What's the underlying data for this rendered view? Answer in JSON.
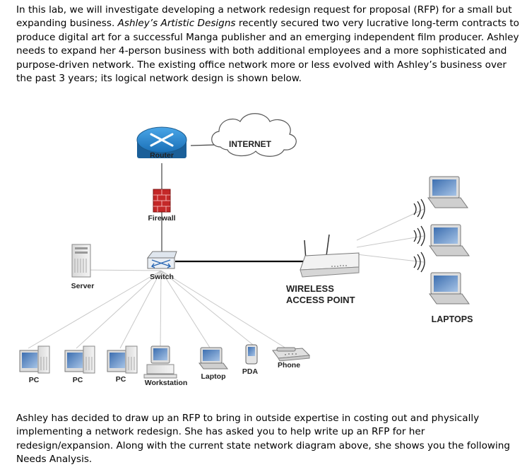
{
  "intro": {
    "part1": "In this lab, we will investigate developing a network redesign request for proposal (RFP) for a small but expanding business.  ",
    "company": "Ashley’s Artistic Designs",
    "part2": " recently secured two very lucrative long-term contracts to produce digital art for a successful Manga publisher and an emerging independent film producer.  Ashley needs to expand her 4-person business with both additional employees and a more sophisticated and purpose-driven network.  The existing office network more or less evolved with Ashley’s business over the past 3 years; its logical network design is shown below."
  },
  "diagram": {
    "internet": "INTERNET",
    "router": "Router",
    "firewall": "Firewall",
    "switch": "Switch",
    "server": "Server",
    "wap_line1": "WIRELESS",
    "wap_line2": "ACCESS POINT",
    "laptops": "LAPTOPS",
    "pc1": "PC",
    "pc2": "PC",
    "pc3": "PC",
    "workstation": "Workstation",
    "laptop": "Laptop",
    "pda": "PDA",
    "phone": "Phone"
  },
  "outro": {
    "text": "Ashley has decided to draw up an RFP to bring in outside expertise in costing out and physically implementing a network redesign.  She has asked you to help write up an RFP for her redesign/expansion.  Along with the current state network diagram above, she shows you the following Needs Analysis."
  }
}
